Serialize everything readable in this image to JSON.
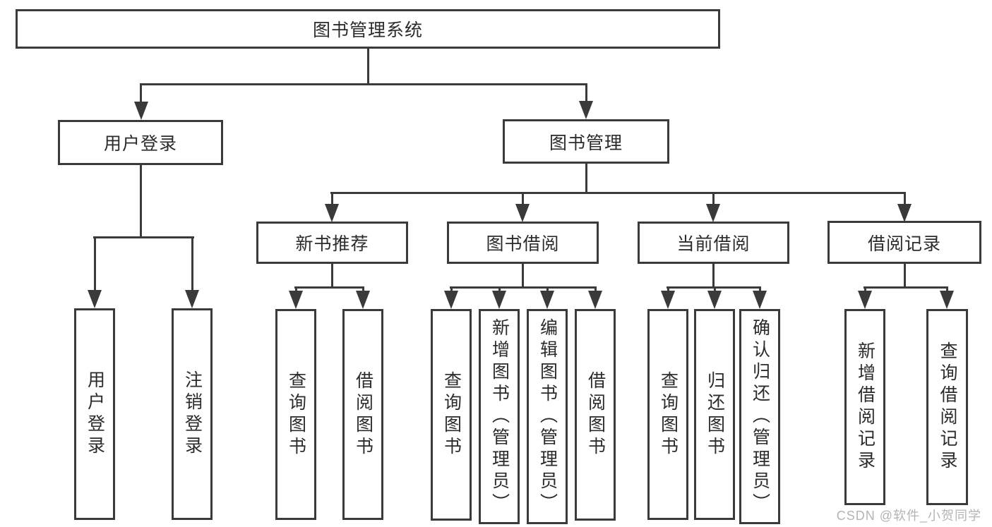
{
  "diagram": {
    "title": "图书管理系统",
    "type": "functional-structure-tree",
    "tree": {
      "label": "图书管理系统",
      "children": [
        {
          "label": "用户登录",
          "children": [
            {
              "label": "用户登录"
            },
            {
              "label": "注销登录"
            }
          ]
        },
        {
          "label": "图书管理",
          "children": [
            {
              "label": "新书推荐",
              "children": [
                {
                  "label": "查询图书"
                },
                {
                  "label": "借阅图书"
                }
              ]
            },
            {
              "label": "图书借阅",
              "children": [
                {
                  "label": "查询图书"
                },
                {
                  "label": "新增图书（管理员）"
                },
                {
                  "label": "编辑图书（管理员）"
                },
                {
                  "label": "借阅图书"
                }
              ]
            },
            {
              "label": "当前借阅",
              "children": [
                {
                  "label": "查询图书"
                },
                {
                  "label": "归还图书"
                },
                {
                  "label": "确认归还（管理员）"
                }
              ]
            },
            {
              "label": "借阅记录",
              "children": [
                {
                  "label": "新增借阅记录"
                },
                {
                  "label": "查询借阅记录"
                }
              ]
            }
          ]
        }
      ]
    },
    "watermark": "CSDN @软件_小贺同学",
    "colors": {
      "line": "#3a3a3a",
      "text": "#2b2b2b",
      "bg": "#ffffff",
      "watermark": "#b4b4b4"
    }
  }
}
